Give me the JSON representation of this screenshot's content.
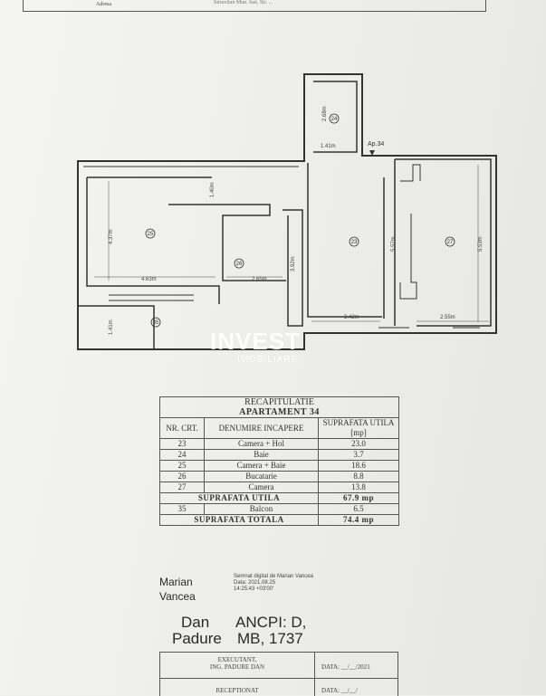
{
  "header": {
    "label": "Adresa",
    "value": "Intravilan Mun. Iasi, Str. ..."
  },
  "plan": {
    "apartment_marker": "Ap.34",
    "rooms": [
      "23",
      "24",
      "25",
      "26",
      "27",
      "35"
    ],
    "dimensions": [
      "2.68m",
      "1.41m",
      "1.40m",
      "4.37m",
      "4.63m",
      "2.65m",
      "3.92m",
      "5.57m",
      "5.53m",
      "3.42m",
      "2.55m",
      "1.41m"
    ]
  },
  "watermark": {
    "main": "INVEST",
    "sub": "IMOBILIARE"
  },
  "recap": {
    "title1": "RECAPITULATIE",
    "title2": "APARTAMENT 34",
    "headers": [
      "NR. CRT.",
      "DENUMIRE INCAPERE",
      "SUPRAFATA UTILA [mp]"
    ],
    "rows": [
      {
        "nr": "23",
        "name": "Camera + Hol",
        "area": "23.0"
      },
      {
        "nr": "24",
        "name": "Baie",
        "area": "3.7"
      },
      {
        "nr": "25",
        "name": "Camera + Baie",
        "area": "18.6"
      },
      {
        "nr": "26",
        "name": "Bucatarie",
        "area": "8.8"
      },
      {
        "nr": "27",
        "name": "Camera",
        "area": "13.8"
      }
    ],
    "utila_label": "SUPRAFATA UTILA",
    "utila_value": "67.9 mp",
    "balcon": {
      "nr": "35",
      "name": "Balcon",
      "area": "6.5"
    },
    "totala_label": "SUPRAFATA TOTALA",
    "totala_value": "74.4 mp"
  },
  "signature": {
    "first_name": "Marian",
    "last_name": "Vancea",
    "digital": "Semnat digital de Marian Vancea",
    "date_line1": "Data: 2021.08.25",
    "date_line2": "14:25:43 +03'00'"
  },
  "handwritten": {
    "name1": "Dan",
    "name2": "Padure",
    "ancpi1": "ANCPI: D,",
    "ancpi2": "MB, 1737"
  },
  "footer": {
    "exec1": "EXECUTANT,",
    "exec2": "ING. PADURE DAN",
    "date": "DATA: __/__/2021",
    "receptionat": "RECEPTIONAT",
    "date2": "DATA: __/__/"
  }
}
